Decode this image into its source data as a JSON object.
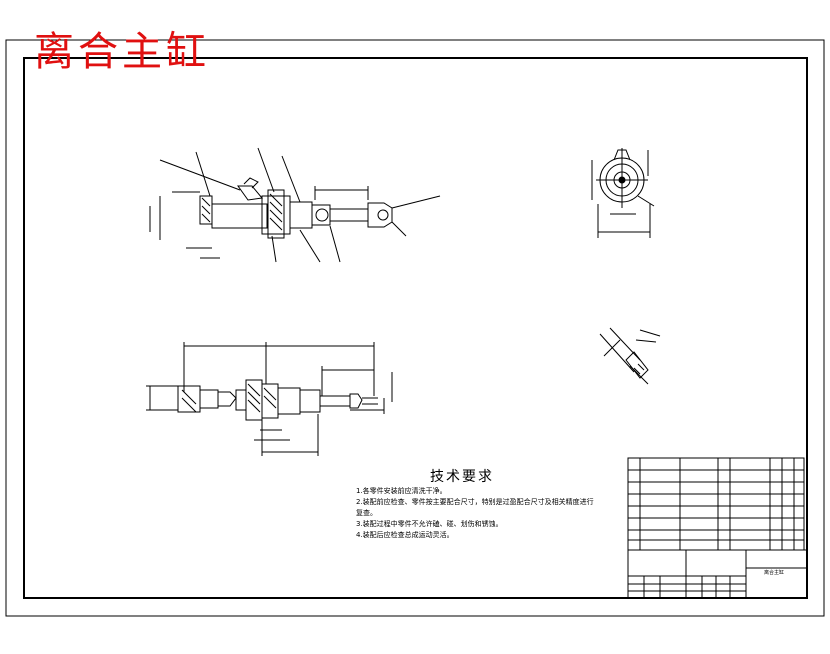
{
  "drawing": {
    "title": "离合主缸",
    "tech_requirements": {
      "heading": "技术要求",
      "items": [
        "1.各零件安装前应清洗干净。",
        "2.装配前应检查、零件按主要配合尺寸，特别是过盈配合尺寸及相关精度进行复查。",
        "3.装配过程中零件不允许磕、碰、划伤和锈蚀。",
        "4.装配后应检查总成运动灵活。"
      ]
    },
    "title_block": {
      "name_cell": "离合主缸"
    }
  }
}
